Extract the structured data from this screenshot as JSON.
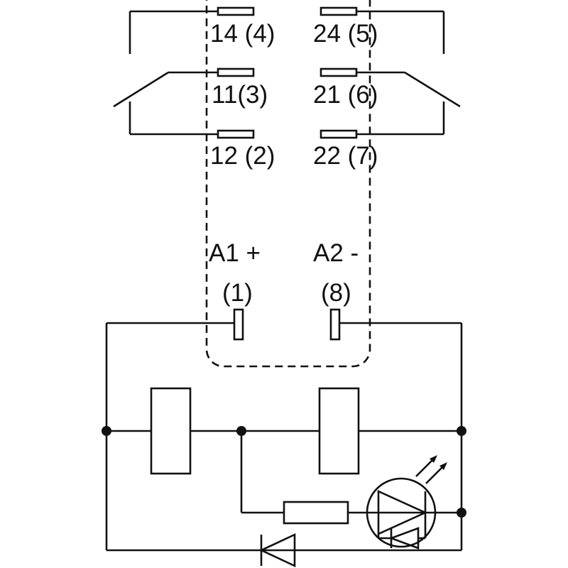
{
  "diagram": {
    "kind": "relay-wiring-schematic",
    "colors": {
      "line": "#111111",
      "background": "#ffffff"
    },
    "terminal_labels": {
      "t14": "14 (4)",
      "t24": "24 (5)",
      "t11": "11(3)",
      "t21": "21 (6)",
      "t12": "12 (2)",
      "t22": "22 (7)"
    },
    "coil_labels": {
      "a1": "A1 +",
      "a1_pin": "(1)",
      "a2": "A2 -",
      "a2_pin": "(8)"
    }
  }
}
